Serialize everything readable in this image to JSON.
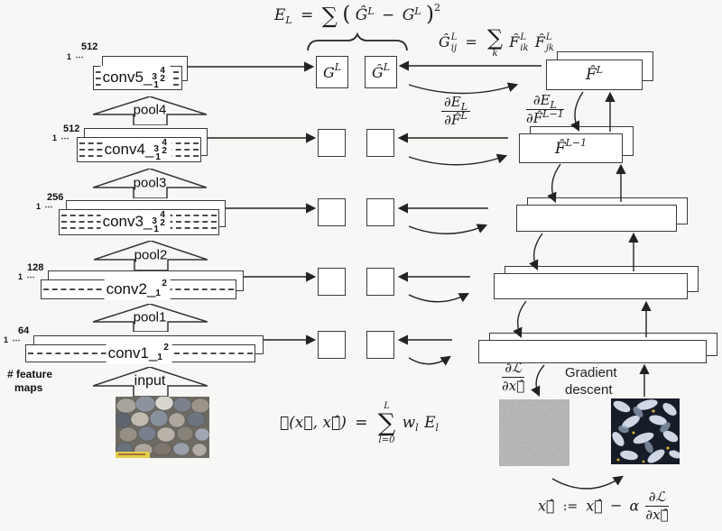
{
  "colors": {
    "background": "#f7f7f5",
    "line": "#222222",
    "box_border": "#3a3a3a",
    "box_fill": "#ffffff"
  },
  "formulas": {
    "energy": {
      "lhs": "E",
      "lhs_sub": "L",
      "eq": "=",
      "sum": "∑",
      "lparen": "(",
      "ghat": "Ĝ",
      "ghat_sup": "L",
      "minus": "−",
      "g": "G",
      "g_sup": "L",
      "rparen": ")",
      "sq": "2"
    },
    "gram": {
      "lhs": "Ĝ",
      "lhs_sup": "L",
      "lhs_sub": "ij",
      "eq": "=",
      "sum": "∑",
      "sum_sub": "k",
      "f1": "F̂",
      "f1_sup": "L",
      "f1_sub": "ik",
      "f2": "F̂",
      "f2_sup": "L",
      "f2_sub": "jk"
    },
    "grad_fl": {
      "num": "∂E",
      "num_sub": "L",
      "den": "∂F̂",
      "den_sup": "L"
    },
    "grad_fl1": {
      "num": "∂E",
      "num_sub": "L",
      "den": "∂F̂",
      "den_sup": "L−1"
    },
    "loss": {
      "lhs": "ℒ(x⃗, x⃗̂)",
      "eq": "=",
      "sum": "∑",
      "sum_sup": "L",
      "sum_sub": "l=0",
      "w": "w",
      "w_sub": "l",
      "e": "E",
      "e_sub": "l"
    },
    "grad_x": {
      "num": "∂ℒ",
      "den": "∂x⃗̂"
    },
    "update": {
      "lhs": "x⃗̂",
      "assign": ":=",
      "rhs": "x⃗̂",
      "minus": "−",
      "alpha": "α",
      "num": "∂ℒ",
      "den": "∂x⃗̂"
    }
  },
  "network": {
    "layers": [
      {
        "label": "conv5_",
        "digits": [
          "4",
          "3",
          "2",
          "1"
        ],
        "channels": "512",
        "start": "1 ⋯"
      },
      {
        "label": "conv4_",
        "digits": [
          "4",
          "3",
          "2",
          "1"
        ],
        "channels": "512",
        "start": "1 ⋯"
      },
      {
        "label": "conv3_",
        "digits": [
          "4",
          "3",
          "2",
          "1"
        ],
        "channels": "256",
        "start": "1 ⋯"
      },
      {
        "label": "conv2_",
        "digits": [
          "2",
          "1"
        ],
        "channels": "128",
        "start": "1 ⋯"
      },
      {
        "label": "conv1_",
        "digits": [
          "2",
          "1"
        ],
        "channels": "64",
        "start": "1 ⋯"
      }
    ],
    "pools": [
      "pool4",
      "pool3",
      "pool2",
      "pool1"
    ],
    "input_label": "input",
    "feature_maps": [
      "# feature",
      "maps"
    ]
  },
  "gram_matrices": {
    "g": "G",
    "g_sup": "L",
    "ghat": "Ĝ",
    "ghat_sup": "L"
  },
  "stacks": {
    "f_top": "F̂",
    "f_top_sup": "L",
    "f_mid": "F̂",
    "f_mid_sup": "L−1"
  },
  "gradient_descent": [
    "Gradient",
    "descent"
  ],
  "images": {
    "input": "pebbles-photo",
    "noise": "white-noise",
    "result": "synthesised-texture"
  }
}
